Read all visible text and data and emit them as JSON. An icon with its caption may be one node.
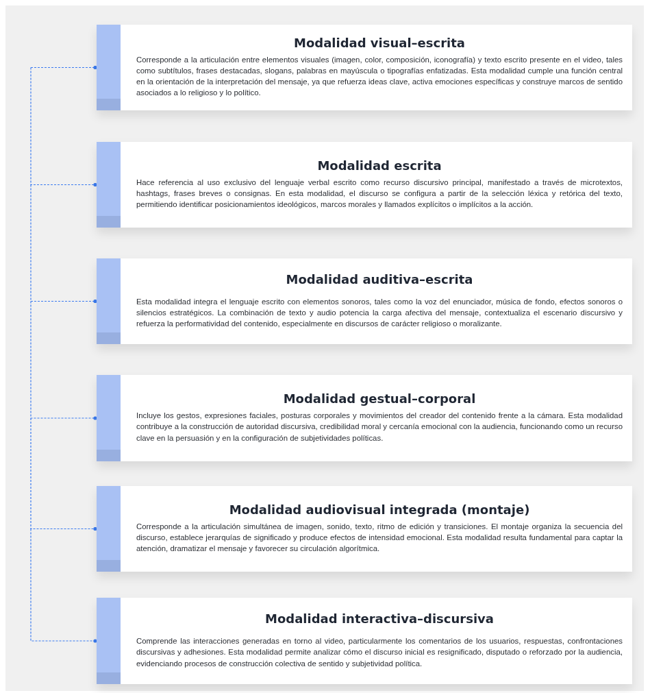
{
  "diagram": {
    "nodes": [
      {
        "text": [
          "Modalidad visual–escrita",
          "Corresponde a la articulación entre elementos visuales (imagen, color, composición, iconografía) y texto escrito presente en el video, tales como subtítulos, frases destacadas, slogans, palabras en mayúscula o tipografías enfatizadas. Esta modalidad cumple una función central en la orientación de la interpretación del mensaje, ya que refuerza ideas clave, activa emociones específicas y construye marcos de sentido asociados a lo religioso y lo político."
        ]
      },
      {
        "text": [
          "Modalidad escrita",
          "Hace referencia al uso exclusivo del lenguaje verbal escrito como recurso discursivo principal, manifestado a través de microtextos, hashtags, frases breves o consignas. En esta modalidad, el discurso se configura a partir de la selección léxica y retórica del texto, permitiendo identificar posicionamientos ideológicos, marcos morales y llamados explícitos o implícitos a la acción."
        ]
      },
      {
        "text": [
          "Modalidad auditiva–escrita",
          "Esta modalidad integra el lenguaje escrito con elementos sonoros, tales como la voz del enunciador, música de fondo, efectos sonoros o silencios estratégicos. La combinación de texto y audio potencia la carga afectiva del mensaje, contextualiza el escenario discursivo y refuerza la performatividad del contenido, especialmente en discursos de carácter religioso o moralizante."
        ]
      },
      {
        "text": [
          "Modalidad gestual–corporal",
          "Incluye los gestos, expresiones faciales, posturas corporales y movimientos del creador del contenido frente a la cámara. Esta modalidad contribuye a la construcción de autoridad discursiva, credibilidad moral y cercanía emocional con la audiencia, funcionando como un recurso clave en la persuasión y en la configuración de subjetividades políticas."
        ]
      },
      {
        "text": [
          "Modalidad audiovisual integrada (montaje)",
          "Corresponde a la articulación simultánea de imagen, sonido, texto, ritmo de edición y transiciones. El montaje organiza la secuencia del discurso, establece jerarquías de significado y produce efectos de intensidad emocional. Esta modalidad resulta fundamental para captar la atención, dramatizar el mensaje y favorecer su circulación algorítmica."
        ]
      },
      {
        "text": [
          "Modalidad interactiva–discursiva",
          "Comprende las interacciones generadas en torno al video, particularmente los comentarios de los usuarios, respuestas, confrontaciones discursivas y adhesiones. Esta modalidad permite analizar cómo el discurso inicial es resignificado, disputado o reforzado por la audiencia, evidenciando procesos de construcción colectiva de sentido y subjetividad política."
        ]
      }
    ],
    "edges": [
      {
        "from": null,
        "to": 0,
        "arrow": "other",
        "style": "dashed"
      },
      {
        "from": null,
        "to": 1,
        "arrow": "other",
        "style": "dashed"
      },
      {
        "from": null,
        "to": 2,
        "arrow": "other",
        "style": "dashed"
      },
      {
        "from": null,
        "to": 3,
        "arrow": "other",
        "style": "dashed"
      },
      {
        "from": null,
        "to": 4,
        "arrow": "other",
        "style": "dashed"
      },
      {
        "from": null,
        "to": 5,
        "arrow": "other",
        "style": "dashed"
      }
    ]
  }
}
